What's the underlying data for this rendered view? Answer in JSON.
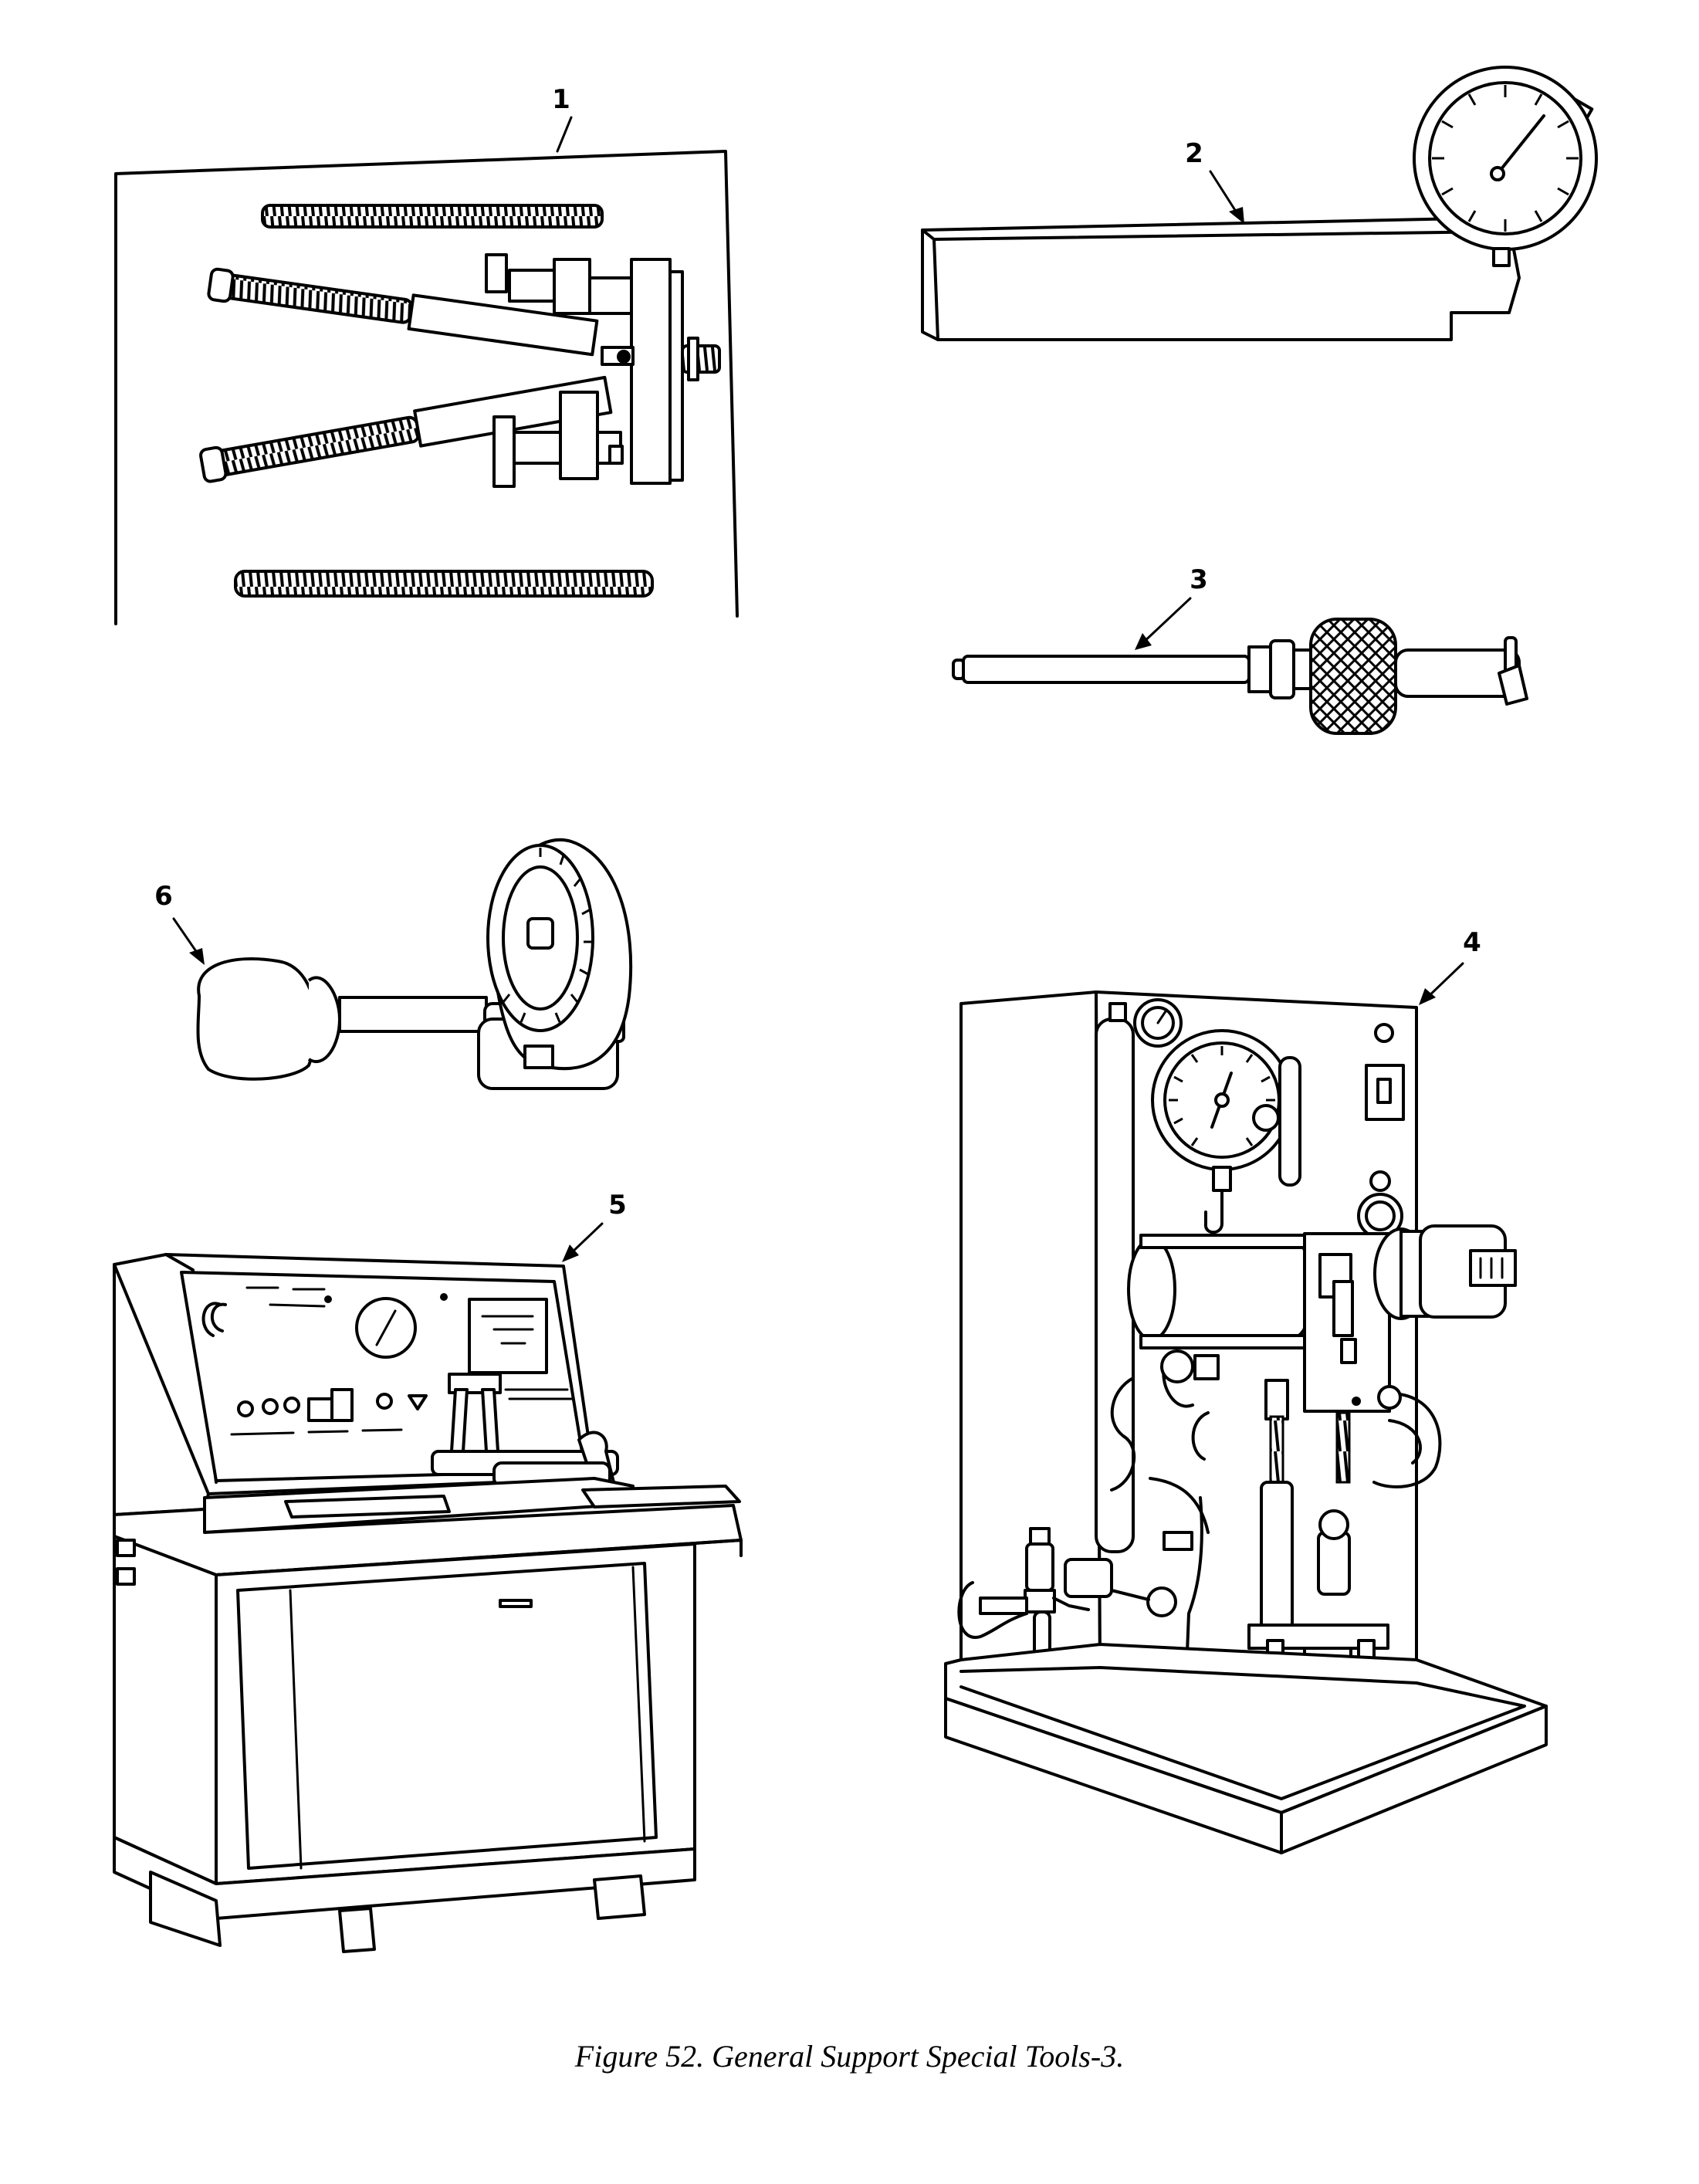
{
  "figure": {
    "caption": "Figure 52. General Support Special Tools-3.",
    "callouts": [
      {
        "id": "1",
        "label": "1"
      },
      {
        "id": "2",
        "label": "2"
      },
      {
        "id": "3",
        "label": "3"
      },
      {
        "id": "4",
        "label": "4"
      },
      {
        "id": "5",
        "label": "5"
      },
      {
        "id": "6",
        "label": "6"
      }
    ]
  }
}
